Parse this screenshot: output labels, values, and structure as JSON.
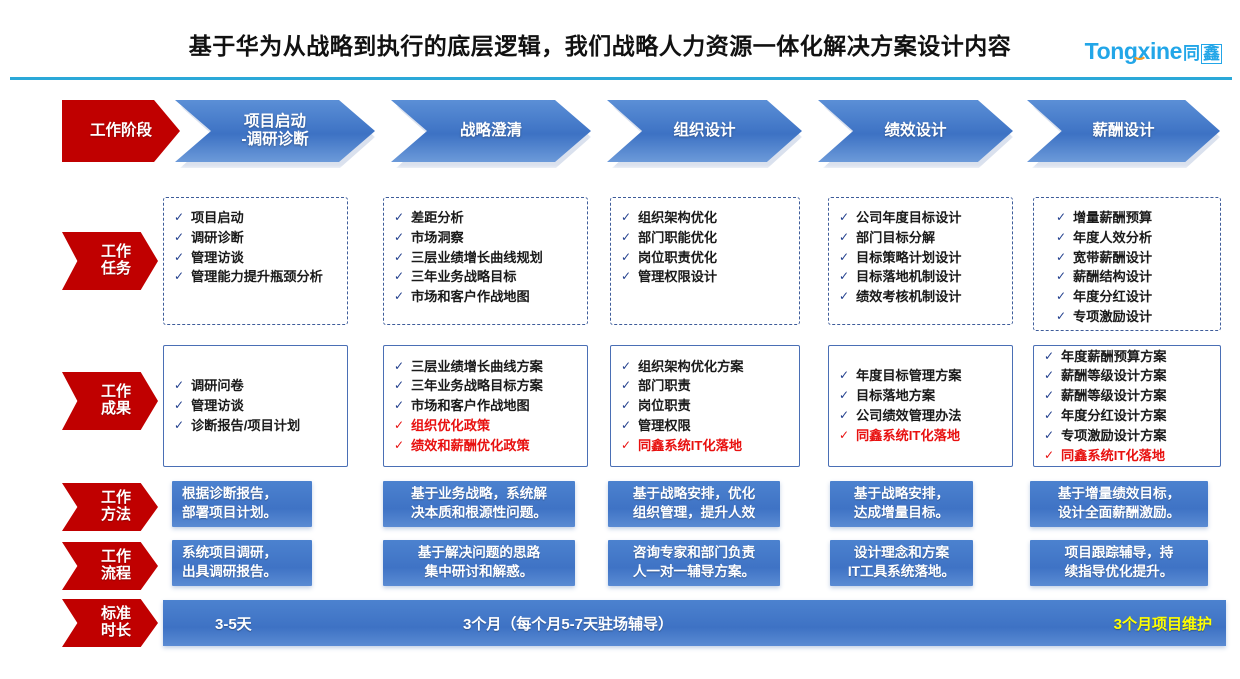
{
  "header": {
    "title": "基于华为从战略到执行的底层逻辑，我们战略人力资源一体化解决方案设计内容",
    "logo_latin": "Tongxine",
    "logo_cn_1": "同",
    "logo_cn_2": "鑫",
    "accent_blue": "#22A6E8",
    "accent_orange": "#F59A23",
    "rule_color": "#2AA8D8"
  },
  "row_labels": [
    {
      "name": "stage",
      "line1": "工作",
      "line2": "阶段"
    },
    {
      "name": "tasks",
      "line1": "工作",
      "line2": "任务"
    },
    {
      "name": "outcomes",
      "line1": "工作",
      "line2": "成果"
    },
    {
      "name": "methods",
      "line1": "工作",
      "line2": "方法"
    },
    {
      "name": "process",
      "line1": "工作",
      "line2": "流程"
    },
    {
      "name": "duration",
      "line1": "标准",
      "line2": "时长"
    }
  ],
  "stages": [
    "项目启动\n-调研诊断",
    "战略澄清",
    "组织设计",
    "绩效设计",
    "薪酬设计"
  ],
  "tasks": [
    [
      "项目启动",
      "调研诊断",
      "管理访谈",
      "管理能力提升瓶颈分析"
    ],
    [
      "差距分析",
      "市场洞察",
      "三层业绩增长曲线规划",
      "三年业务战略目标",
      "市场和客户作战地图"
    ],
    [
      "组织架构优化",
      "部门职能优化",
      "岗位职责优化",
      "管理权限设计"
    ],
    [
      "公司年度目标设计",
      "部门目标分解",
      "目标策略计划设计",
      "目标落地机制设计",
      "绩效考核机制设计"
    ],
    [
      "增量薪酬预算",
      "年度人效分析",
      "宽带薪酬设计",
      "薪酬结构设计",
      "年度分红设计",
      "专项激励设计"
    ]
  ],
  "outcomes": [
    [
      {
        "text": "调研问卷",
        "red": false
      },
      {
        "text": "管理访谈",
        "red": false
      },
      {
        "text": "诊断报告/项目计划",
        "red": false
      }
    ],
    [
      {
        "text": "三层业绩增长曲线方案",
        "red": false
      },
      {
        "text": "三年业务战略目标方案",
        "red": false
      },
      {
        "text": "市场和客户作战地图",
        "red": false
      },
      {
        "text": "组织优化政策",
        "red": true
      },
      {
        "text": "绩效和薪酬优化政策",
        "red": true
      }
    ],
    [
      {
        "text": "组织架构优化方案",
        "red": false
      },
      {
        "text": "部门职责",
        "red": false
      },
      {
        "text": "岗位职责",
        "red": false
      },
      {
        "text": "管理权限",
        "red": false
      },
      {
        "text": "同鑫系统IT化落地",
        "red": true
      }
    ],
    [
      {
        "text": "年度目标管理方案",
        "red": false
      },
      {
        "text": "目标落地方案",
        "red": false
      },
      {
        "text": "公司绩效管理办法",
        "red": false
      },
      {
        "text": "同鑫系统IT化落地",
        "red": true
      }
    ],
    [
      {
        "text": "年度薪酬预算方案",
        "red": false
      },
      {
        "text": "薪酬等级设计方案",
        "red": false
      },
      {
        "text": "薪酬等级设计方案",
        "red": false
      },
      {
        "text": "年度分红设计方案",
        "red": false
      },
      {
        "text": "专项激励设计方案",
        "red": false
      },
      {
        "text": "同鑫系统IT化落地",
        "red": true
      }
    ]
  ],
  "methods": [
    "根据诊断报告，\n部署项目计划。",
    "基于业务战略，系统解\n决本质和根源性问题。",
    "基于战略安排，优化\n组织管理，提升人效",
    "基于战略安排，\n达成增量目标。",
    "基于增量绩效目标，\n设计全面薪酬激励。"
  ],
  "process": [
    "系统项目调研，\n出具调研报告。",
    "基于解决问题的思路\n集中研讨和解惑。",
    "咨询专家和部门负责\n人一对一辅导方案。",
    "设计理念和方案\nIT工具系统落地。",
    "项目跟踪辅导，持\n续指导优化提升。"
  ],
  "duration": {
    "first": "3-5天",
    "middle": "3个月（每个月5-7天驻场辅导）",
    "last": "3个月项目维护",
    "last_color": "#FFFF00"
  },
  "icons": {
    "check": "✓"
  }
}
